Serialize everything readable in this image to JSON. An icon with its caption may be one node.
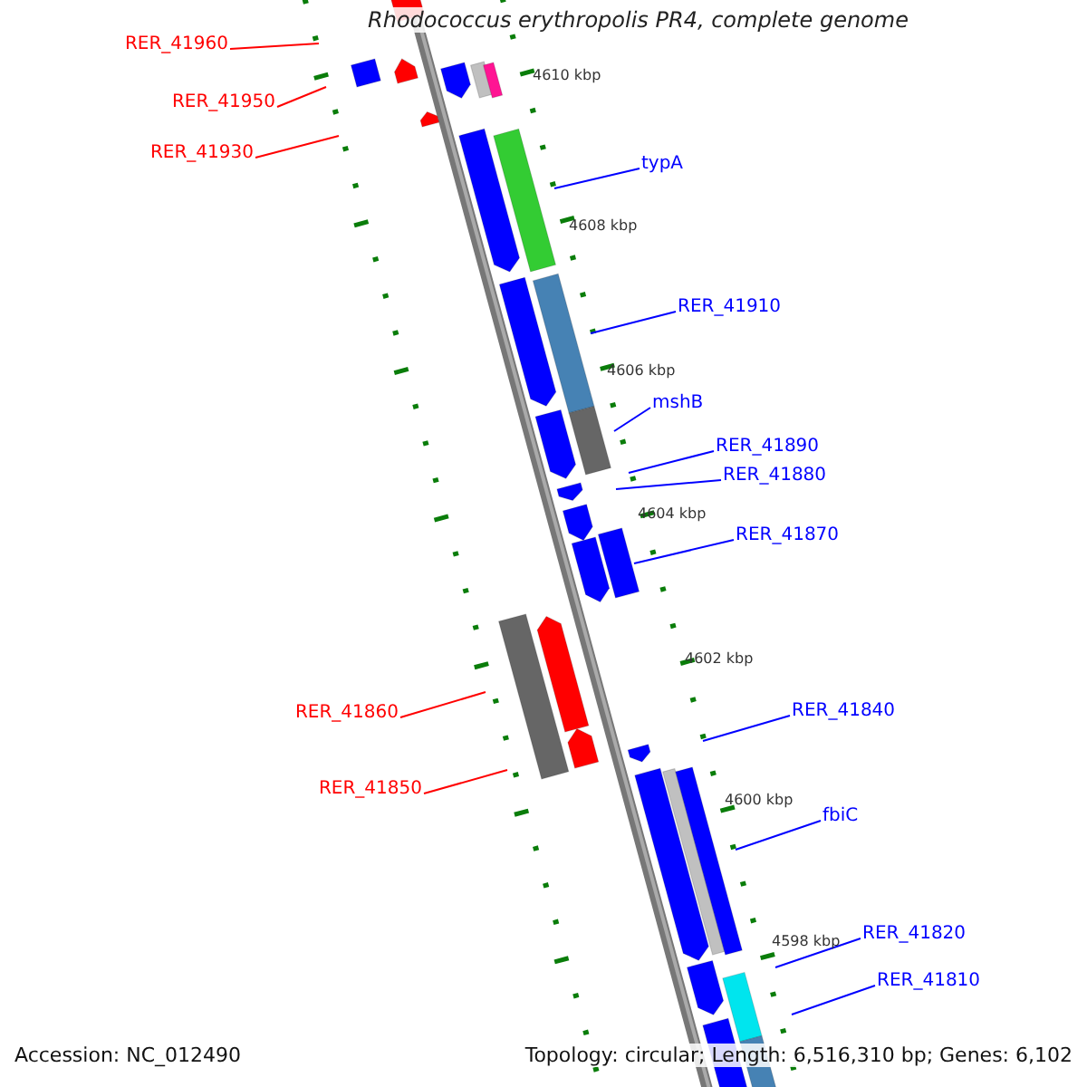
{
  "diagram": {
    "title": "Rhodococcus erythropolis PR4, complete genome",
    "nodes": [
      {
        "text": [
          "RER_41960"
        ]
      },
      {
        "text": [
          "RER_41950"
        ]
      },
      {
        "text": [
          "RER_41930"
        ]
      },
      {
        "text": [
          "typA"
        ]
      },
      {
        "text": [
          "RER_41910"
        ]
      },
      {
        "text": [
          "mshB"
        ]
      },
      {
        "text": [
          "RER_41890"
        ]
      },
      {
        "text": [
          "RER_41880"
        ]
      },
      {
        "text": [
          "RER_41870"
        ]
      },
      {
        "text": [
          "RER_41860"
        ]
      },
      {
        "text": [
          "RER_41850"
        ]
      },
      {
        "text": [
          "RER_41840"
        ]
      },
      {
        "text": [
          "fbiC"
        ]
      },
      {
        "text": [
          "RER_41820"
        ]
      },
      {
        "text": [
          "RER_41810"
        ]
      }
    ],
    "edges": [
      {
        "from": 0,
        "to": null,
        "arrow": "none",
        "color": "#ff0000"
      },
      {
        "from": 1,
        "to": null,
        "arrow": "none",
        "color": "#ff0000"
      },
      {
        "from": 2,
        "to": null,
        "arrow": "none",
        "color": "#ff0000"
      },
      {
        "from": 3,
        "to": null,
        "arrow": "none"
      },
      {
        "from": 4,
        "to": null,
        "arrow": "none"
      },
      {
        "from": 5,
        "to": null,
        "arrow": "none"
      },
      {
        "from": 6,
        "to": null,
        "arrow": "none"
      },
      {
        "from": 7,
        "to": null,
        "arrow": "none"
      },
      {
        "from": 8,
        "to": null,
        "arrow": "none"
      },
      {
        "from": 9,
        "to": null,
        "arrow": "none",
        "color": "#ff0000"
      },
      {
        "from": 10,
        "to": null,
        "arrow": "none",
        "color": "#ff0000"
      },
      {
        "from": 11,
        "to": null,
        "arrow": "none"
      },
      {
        "from": 12,
        "to": null,
        "arrow": "none"
      },
      {
        "from": 13,
        "to": null,
        "arrow": "none"
      },
      {
        "from": 14,
        "to": null,
        "arrow": "none"
      }
    ],
    "labels": [
      "4610 kbp",
      "4608 kbp",
      "4606 kbp",
      "4604 kbp",
      "4602 kbp",
      "4600 kbp",
      "4598 kbp",
      "Accession: NC_012490",
      "Topology: circular; Length: 6,516,310 bp; Genes: 6,102"
    ]
  }
}
